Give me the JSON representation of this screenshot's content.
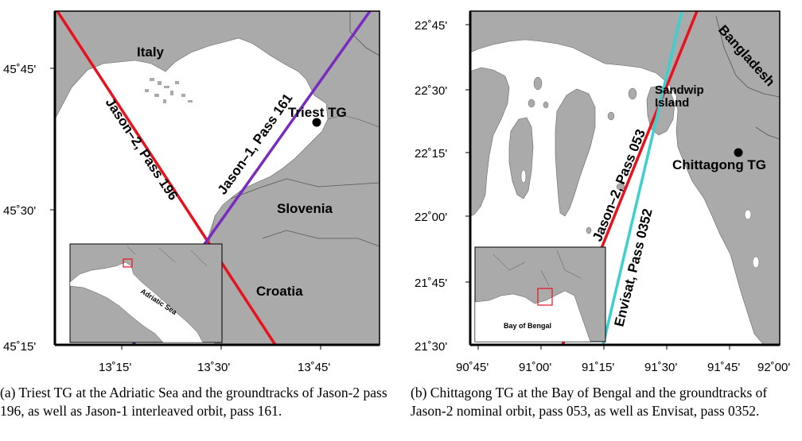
{
  "panel_a": {
    "labels": {
      "italy": "Italy",
      "slovenia": "Slovenia",
      "croatia": "Croatia",
      "tide_gauge": "Triest TG",
      "track_red": "Jason–2, Pass 196",
      "track_purple": "Jason–1, Pass 161",
      "inset": "Adriatic Sea"
    },
    "lat_ticks": [
      "45˚45'",
      "45˚30'",
      "45˚15'"
    ],
    "lon_ticks": [
      "13˚15'",
      "13˚30'",
      "13˚45'"
    ],
    "colors": {
      "track_red": "#e8121e",
      "track_purple": "#7a2bbf"
    },
    "caption": "(a) Triest TG at the Adriatic Sea and the groundtracks of Jason-2 pass 196, as well as Jason-1 interleaved orbit, pass 161."
  },
  "panel_b": {
    "labels": {
      "bangladesh": "Bangladesh",
      "island": "Sandwip Island",
      "tide_gauge": "Chittagong TG",
      "track_red": "Jason–2, Pass 053",
      "track_cyan": "Envisat, Pass 0352",
      "inset": "Bay of Bengal"
    },
    "lat_ticks": [
      "22˚45'",
      "22˚30'",
      "22˚15'",
      "22˚00'",
      "21˚45'",
      "21˚30'"
    ],
    "lon_ticks": [
      "90˚45'",
      "91˚00'",
      "91˚15'",
      "91˚30'",
      "91˚45'",
      "92˚00'"
    ],
    "colors": {
      "track_red": "#e8121e",
      "track_cyan": "#3ecfcf"
    },
    "caption": "(b) Chittagong TG at the Bay of Bengal and the groundtracks of Jason-2 nominal orbit, pass 053, as well as Envisat, pass 0352."
  },
  "colors": {
    "land": "#aaaaaa",
    "sea": "#ffffff",
    "inset_box": "#e8121e"
  }
}
